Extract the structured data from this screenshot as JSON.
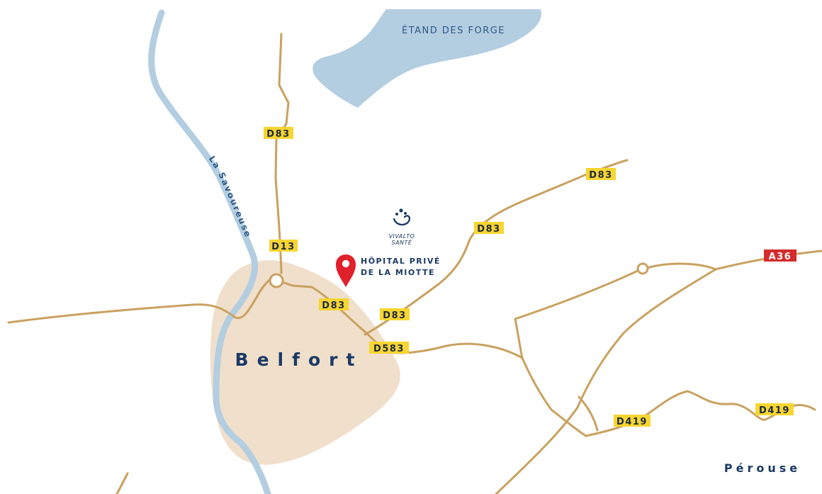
{
  "colors": {
    "road": "#c9a15f",
    "water": "#b3cde1",
    "city_area": "#f0dfcb",
    "label_bg": "#f8d530",
    "label_text": "#1c2a40",
    "motorway_bg": "#d52b2c",
    "motorway_text": "#ffffff",
    "place_text": "#1c3a66",
    "water_text": "#2e5a87",
    "marker": "#e0202b"
  },
  "water": {
    "lake_label": "ÉTAND DES FORGE",
    "river_label": "La Savoureuse"
  },
  "places": {
    "city": "Belfort",
    "town": "Pérouse"
  },
  "hospital": {
    "line1": "HÔPITAL PRIVÉ",
    "line2": "DE LA MIOTTE",
    "logo_top": "VIVALTO",
    "logo_bottom": "SANTÉ",
    "marker_icon": "map-pin-icon",
    "logo_icon": "vivalto-logo-icon"
  },
  "road_labels": {
    "d83_north": "D83",
    "d13": "D13",
    "d83_center": "D83",
    "d83_east_a": "D83",
    "d83_east_b": "D83",
    "d83_east_c": "D83",
    "d583": "D583",
    "d419_a": "D419",
    "d419_b": "D419",
    "a36": "A36"
  }
}
